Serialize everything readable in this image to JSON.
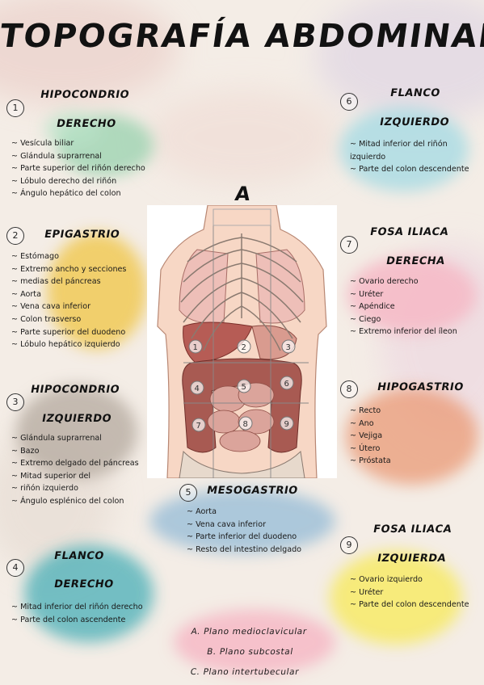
{
  "title": "TOPOGRAFÍA ABDOMINAL",
  "colors": {
    "green": "#9dd3b2",
    "cyan": "#a7dbe3",
    "yellow": "#f0c955",
    "taupe": "#b8ada2",
    "blue": "#9fc1d8",
    "pink": "#f6b9c6",
    "orange": "#ea9a75",
    "teal": "#3aa9b4",
    "lemon": "#f7ea67"
  },
  "regions": [
    {
      "number": "1",
      "heading": [
        "Hipocondrio",
        "derecho"
      ],
      "items": [
        [
          "Vesícula biliar"
        ],
        [
          "Glándula suprarrenal"
        ],
        [
          "Parte superior del riñón derecho"
        ],
        [
          "Lóbulo derecho del riñón"
        ],
        [
          "Ángulo hepático del colon"
        ]
      ]
    },
    {
      "number": "2",
      "heading": [
        "Epigastrio"
      ],
      "items": [
        [
          "Estómago"
        ],
        [
          "Extremo ancho y secciones",
          "medias del páncreas"
        ],
        [
          "Aorta"
        ],
        [
          "Vena cava inferior"
        ],
        [
          "Colon trasverso"
        ],
        [
          "Parte superior del duodeno"
        ],
        [
          "Lóbulo hepático izquierdo"
        ]
      ]
    },
    {
      "number": "3",
      "heading": [
        "Hipocondrio",
        "izquierdo"
      ],
      "items": [
        [
          "Glándula suprarrenal"
        ],
        [
          "Bazo"
        ],
        [
          "Extremo delgado del páncreas"
        ],
        [
          "Mitad superior del",
          "riñón izquierdo"
        ],
        [
          "Ángulo esplénico del colon"
        ]
      ]
    },
    {
      "number": "4",
      "heading": [
        "Flanco",
        "derecho"
      ],
      "items": [
        [
          "Mitad inferior del riñón derecho"
        ],
        [
          "Parte del colon ascendente"
        ]
      ]
    },
    {
      "number": "5",
      "heading": [
        "Mesogastrio"
      ],
      "items": [
        [
          "Aorta"
        ],
        [
          "Vena cava inferior"
        ],
        [
          "Parte inferior del duodeno"
        ],
        [
          "Resto del intestino delgado"
        ]
      ]
    },
    {
      "number": "6",
      "heading": [
        "Flanco",
        "izquierdo"
      ],
      "items": [
        [
          "Mitad inferior del riñón izquierdo"
        ],
        [
          "Parte del colon descendente"
        ]
      ]
    },
    {
      "number": "7",
      "heading": [
        "Fosa iliaca",
        "derecha"
      ],
      "items": [
        [
          "Ovario derecho"
        ],
        [
          "Uréter"
        ],
        [
          "Apéndice"
        ],
        [
          "Ciego"
        ],
        [
          "Extremo inferior del íleon"
        ]
      ]
    },
    {
      "number": "8",
      "heading": [
        "Hipogastrio"
      ],
      "items": [
        [
          "Recto"
        ],
        [
          "Ano"
        ],
        [
          "Vejiga"
        ],
        [
          "Útero"
        ],
        [
          "Próstata"
        ]
      ]
    },
    {
      "number": "9",
      "heading": [
        "Fosa iliaca",
        "izquierda"
      ],
      "items": [
        [
          "Ovario izquierdo"
        ],
        [
          "Uréter"
        ],
        [
          "Parte del colon descendente"
        ]
      ]
    }
  ],
  "plane_letters": {
    "a": "A",
    "b": "B",
    "c": "C"
  },
  "planes": [
    "A. Plano medioclavicular",
    "B. Plano subcostal",
    "C. Plano intertubecular"
  ],
  "figure_numbers": [
    "1",
    "2",
    "3",
    "4",
    "5",
    "6",
    "7",
    "8",
    "9"
  ]
}
